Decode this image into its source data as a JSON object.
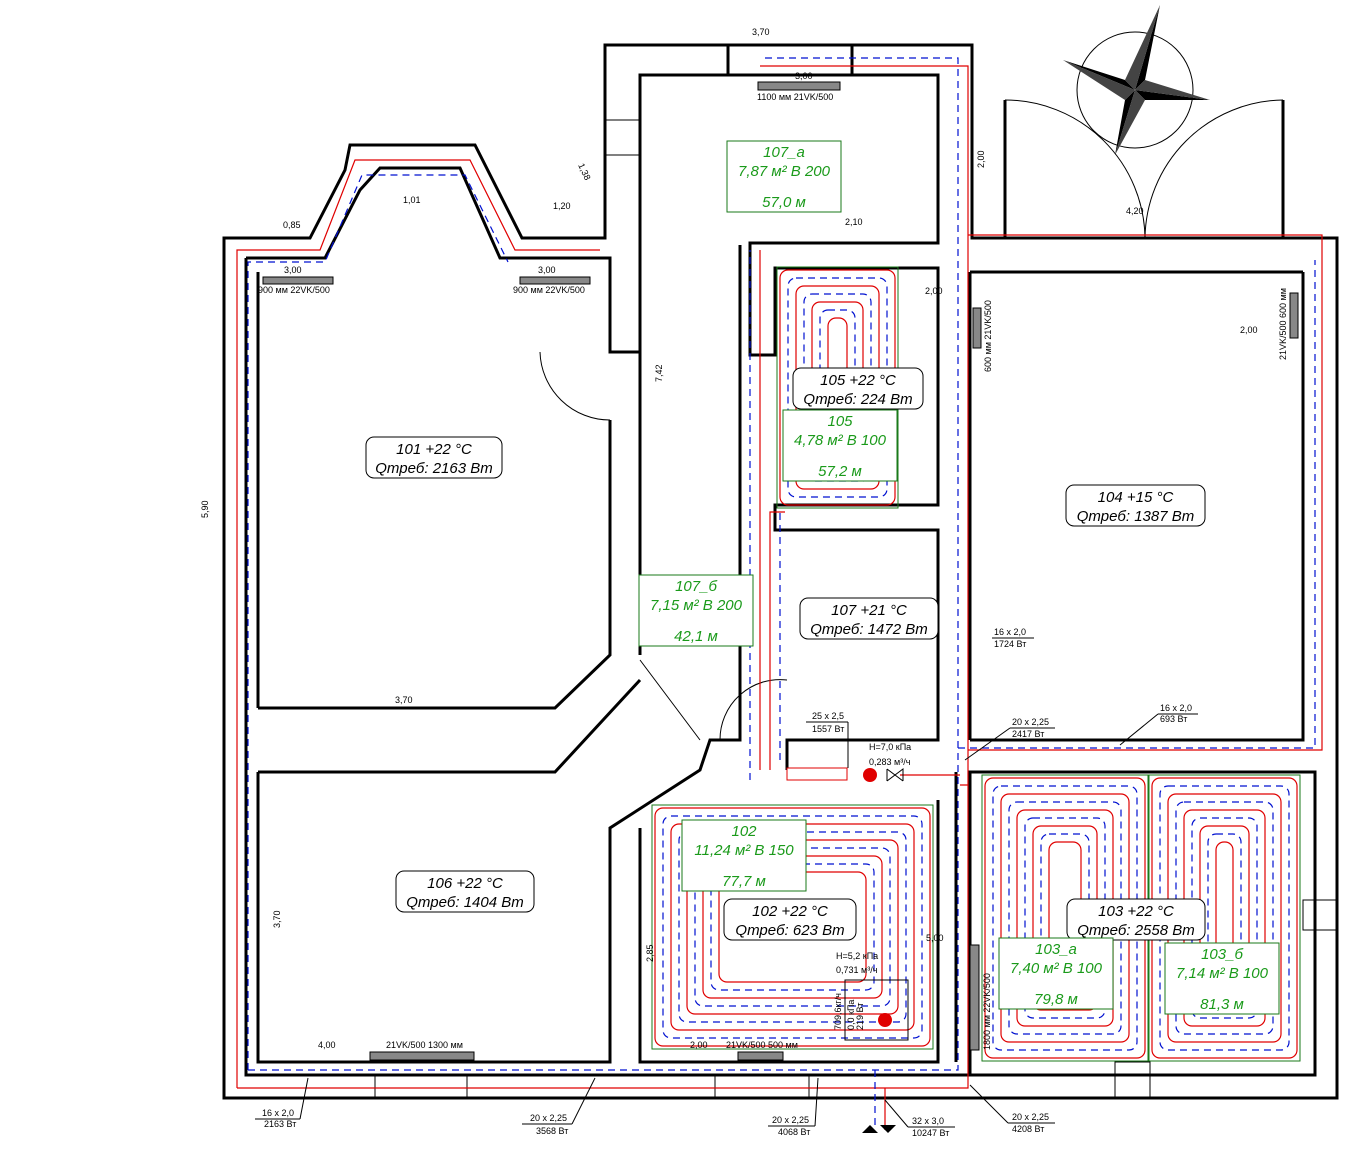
{
  "colors": {
    "supply": "#e00000",
    "return": "#0010d0",
    "loop": "#1a9a1a",
    "wall": "#000000"
  },
  "rooms": [
    {
      "id": "101",
      "title": "101  +22 °C",
      "q": "Qтреб: 2163 Вт"
    },
    {
      "id": "105",
      "title": "105  +22 °C",
      "q": "Qтреб: 224 Вт"
    },
    {
      "id": "104",
      "title": "104  +15 °C",
      "q": "Qтреб: 1387 Вт"
    },
    {
      "id": "107",
      "title": "107  +21 °C",
      "q": "Qтреб: 1472 Вт"
    },
    {
      "id": "106",
      "title": "106  +22 °C",
      "q": "Qтреб: 1404 Вт"
    },
    {
      "id": "102",
      "title": "102  +22 °C",
      "q": "Qтреб: 623 Вт"
    },
    {
      "id": "103",
      "title": "103  +22 °C",
      "q": "Qтреб: 2558 Вт"
    }
  ],
  "loops": [
    {
      "id": "107_а",
      "area": "7,87 м²  B 200",
      "length": "57,0 м"
    },
    {
      "id": "105",
      "area": "4,78 м²  B 100",
      "length": "57,2 м"
    },
    {
      "id": "107_б",
      "area": "7,15 м²  B 200",
      "length": "42,1 м"
    },
    {
      "id": "102",
      "area": "11,24 м²  B 150",
      "length": "77,7 м"
    },
    {
      "id": "103_а",
      "area": "7,40 м²  B 100",
      "length": "79,8 м"
    },
    {
      "id": "103_б",
      "area": "7,14 м²  B 100",
      "length": "81,3 м"
    }
  ],
  "dims": {
    "top_370": "3,70",
    "rad_top_300": "3,00",
    "rad_top": "1100 мм   21VK/500",
    "d138": "1,38",
    "d101": "1,01",
    "d085": "0,85",
    "d120": "1,20",
    "d210": "2,10",
    "d200v": "2,00",
    "d420": "4,20",
    "rad_l_300": "3,00",
    "rad_l": "900 мм   22VK/500",
    "rad_r_300": "3,00",
    "rad_r": "900 мм   22VK/500",
    "d200_105": "2,00",
    "d200_104": "2,00",
    "rad_104a": "600 мм  21VK/500",
    "rad_104b": "21VK/500  600 мм",
    "d742": "7,42",
    "d590": "5,90",
    "d370_101": "3,70",
    "d370_106": "3,70",
    "d285": "2,85",
    "d500": "5,00",
    "rad_103": "1800 мм  22VK/500",
    "d400": "4,00",
    "rad_106": "21VK/500   1300 мм",
    "d200_102": "2,00",
    "rad_102": "21VK/500   500 мм"
  },
  "pipes": [
    {
      "size": "16 x 2,0",
      "power": "1724 Вт"
    },
    {
      "size": "16 x 2,0",
      "power": "693 Вт"
    },
    {
      "size": "20 x 2,25",
      "power": "2417 Вт"
    },
    {
      "size": "25 x 2,5",
      "power": "1557 Вт"
    },
    {
      "size": "16 x 2,0",
      "power": "2163 Вт"
    },
    {
      "size": "20 x 2,25",
      "power": "3568 Вт"
    },
    {
      "size": "20 x 2,25",
      "power": "4068 Вт"
    },
    {
      "size": "32 x 3,0",
      "power": "10247 Вт"
    },
    {
      "size": "20 x 2,25",
      "power": "4208 Вт"
    }
  ],
  "pump1": {
    "head": "H=7,0 кПа",
    "flow": "0,283 м³/ч"
  },
  "pump2": {
    "head": "H=5,2 кПа",
    "flow": "0,731 м³/ч",
    "mass": "709,6кг/ч",
    "dp": "0,0 кПа",
    "power": "219 Вт"
  }
}
